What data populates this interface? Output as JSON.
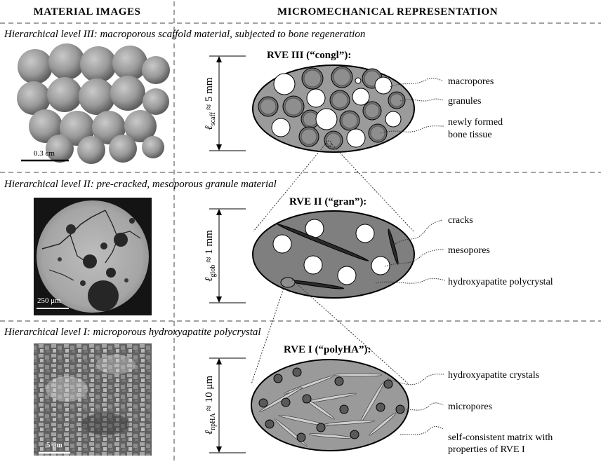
{
  "headers": {
    "left": "MATERIAL IMAGES",
    "right": "MICROMECHANICAL REPRESENTATION"
  },
  "levels": [
    {
      "title": "Hierarchical level III: macroporous scaffold material, subjected to bone regeneration",
      "rve_title": "RVE III (“congl”):",
      "length_symbol": "ℓ",
      "length_subscript": "scaff",
      "length_value": "≈ 5 mm",
      "scale_bar": "0.3 cm",
      "annotations": [
        "macropores",
        "granules",
        "newly formed",
        "bone tissue"
      ]
    },
    {
      "title": "Hierarchical level II: pre-cracked, mesoporous granule material",
      "rve_title": "RVE II (“gran”):",
      "length_symbol": "ℓ",
      "length_subscript": "glob",
      "length_value": "≈ 1 mm",
      "scale_bar": "250 μm",
      "annotations": [
        "cracks",
        "mesopores",
        "hydroxyapatite polycrystal"
      ]
    },
    {
      "title": "Hierarchical level I: microporous hydroxyapatite polycrystal",
      "rve_title": "RVE I (“polyHA”):",
      "length_symbol": "ℓ",
      "length_subscript": "npHA",
      "length_value": "≈ 10 μm",
      "scale_bar": "5 μm",
      "annotations": [
        "hydroxyapatite crystals",
        "micropores",
        "self-consistent matrix with",
        "properties of RVE I"
      ]
    }
  ]
}
